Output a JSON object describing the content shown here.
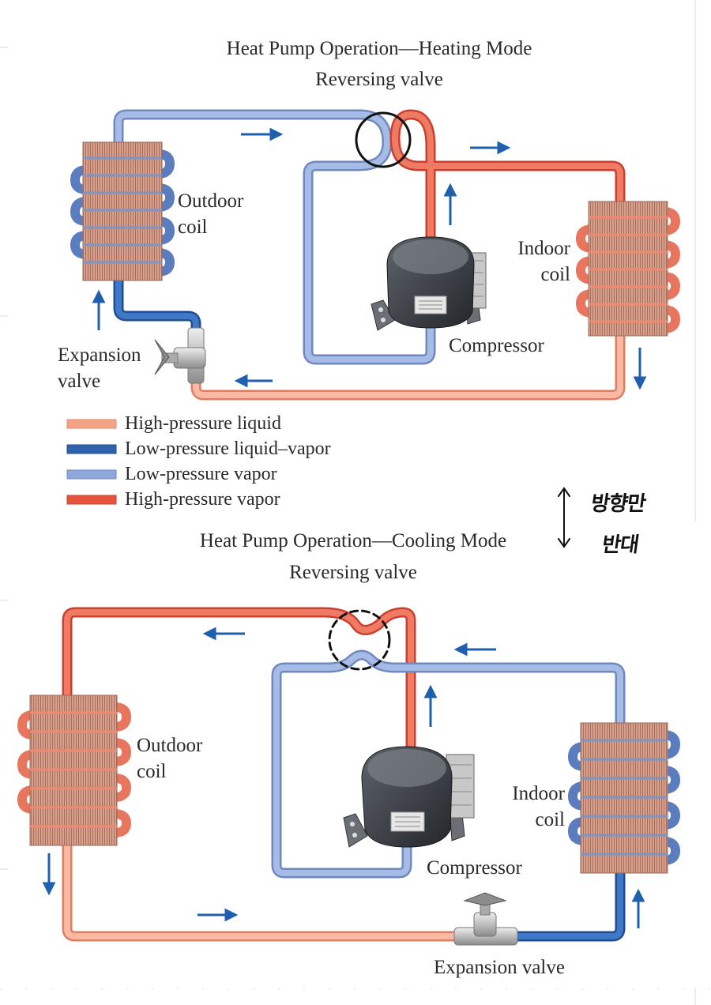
{
  "heating": {
    "title": "Heat Pump Operation—Heating Mode",
    "reversing_valve": "Reversing valve",
    "outdoor_coil": [
      "Outdoor",
      "coil"
    ],
    "indoor_coil": [
      "Indoor",
      "coil"
    ],
    "compressor": "Compressor",
    "expansion_valve": [
      "Expansion",
      "valve"
    ]
  },
  "legend": {
    "items": [
      {
        "label": "High-pressure liquid",
        "color": "#f4a284"
      },
      {
        "label": "Low-pressure liquid–vapor",
        "color": "#2f63ad"
      },
      {
        "label": "Low-pressure vapor",
        "color": "#8ea8db"
      },
      {
        "label": "High-pressure vapor",
        "color": "#e8533f"
      }
    ]
  },
  "annotation": {
    "line1": "방향만",
    "line2": "반대"
  },
  "cooling": {
    "title": "Heat Pump Operation—Cooling Mode",
    "reversing_valve": "Reversing valve",
    "outdoor_coil": [
      "Outdoor",
      "coil"
    ],
    "indoor_coil": [
      "Indoor",
      "coil"
    ],
    "compressor": "Compressor",
    "expansion_valve": "Expansion valve"
  },
  "colors": {
    "high_liquid": "#f4a284",
    "low_liquid_vapor": "#2f63ad",
    "low_vapor": "#8ea8db",
    "high_vapor": "#e8533f",
    "arrow": "#1f5fad",
    "coil_fill": "#d9a08c"
  }
}
